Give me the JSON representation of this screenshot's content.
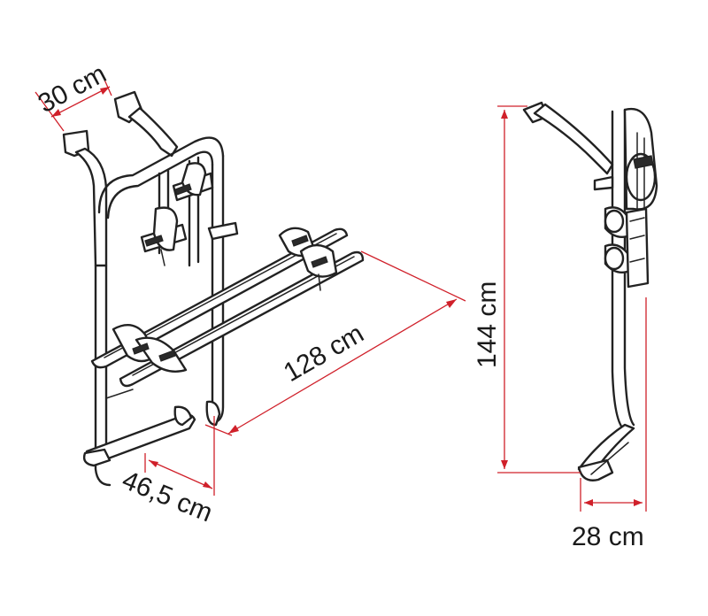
{
  "colors": {
    "dimension": "#d0202a",
    "line": "#222222",
    "background": "#ffffff"
  },
  "dimensions": {
    "top_width": "30 cm",
    "length": "128 cm",
    "depth": "46,5 cm",
    "height": "144 cm",
    "side_depth": "28 cm"
  }
}
